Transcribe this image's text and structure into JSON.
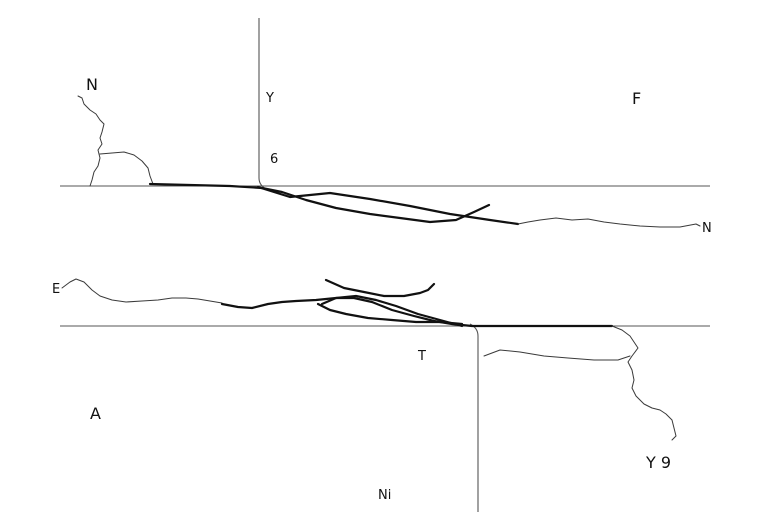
{
  "labels": {
    "top_left": "N",
    "top_mid_upper": "Y",
    "top_mid_lower": "6",
    "top_right": "F",
    "mid_right": "N",
    "mid_left": "E",
    "bottom_center": "T",
    "bottom_left": "A",
    "bottom_right": "Y 9",
    "bottom_foot": "Ni"
  },
  "colors": {
    "ink": "#111111",
    "rule": "#555555",
    "thin_line": "#3a3a3a",
    "background": "#ffffff"
  }
}
